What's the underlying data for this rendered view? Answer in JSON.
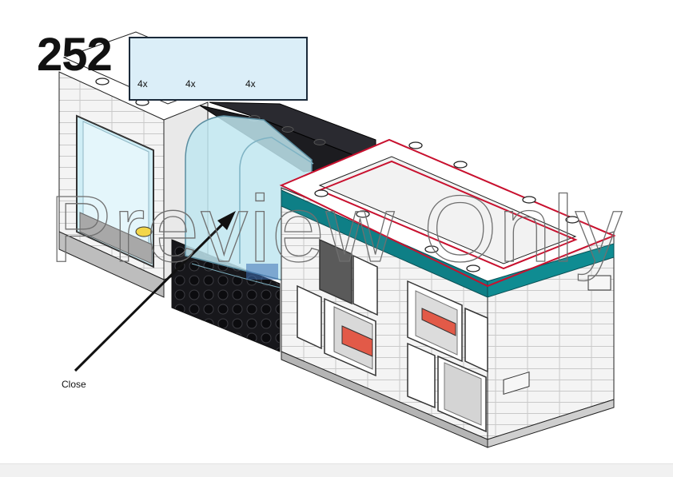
{
  "step": {
    "number": "252"
  },
  "parts_list": [
    {
      "icon": "l-tile-icon",
      "quantity": "4x"
    },
    {
      "icon": "flat-tile-icon",
      "quantity": "4x"
    },
    {
      "icon": "jumper-plate-icon",
      "quantity": "4x"
    }
  ],
  "callout": {
    "label": "Close"
  },
  "watermark": {
    "text": "Preview Only"
  },
  "colors": {
    "callout_background": "#dbeef8",
    "highlight_outline": "#c8102e",
    "teal_stripe": "#0e7f86",
    "transparent_glass": "#bfe6f0",
    "dark_bricks": "#1a1a1e"
  }
}
